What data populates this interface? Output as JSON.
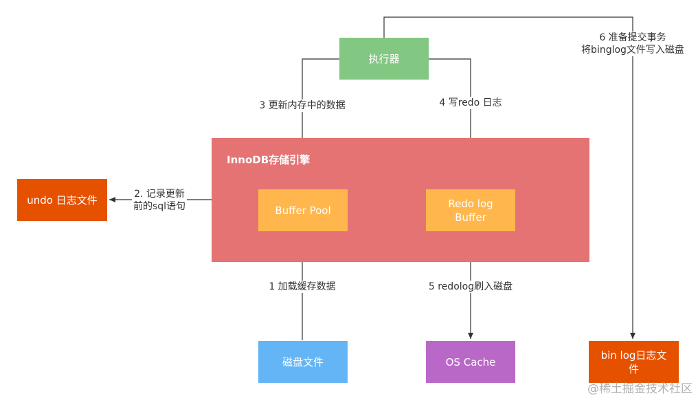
{
  "nodes": {
    "executor": "执行器",
    "engine_title": "InnoDB存储引擎",
    "buffer_pool": "Buffer Pool",
    "redo_buffer_line1": "Redo log",
    "redo_buffer_line2": "Buffer",
    "undo_file": "undo 日志文件",
    "disk_file": "磁盘文件",
    "os_cache": "OS Cache",
    "bin_log_line1": "bin log日志文",
    "bin_log_line2": "件"
  },
  "edges": {
    "step1": "1 加载缓存数据",
    "step2_line1": "2. 记录更新",
    "step2_line2": "前的sql语句",
    "step3": "3 更新内存中的数据",
    "step4": "4 写redo 日志",
    "step5": "5 redolog刷入磁盘",
    "step6_line1": "6 准备提交事务",
    "step6_line2": "将binglog文件写入磁盘"
  },
  "watermark": "@稀土掘金技术社区",
  "colors": {
    "executor": "#82c882",
    "engine": "#e57373",
    "buffer": "#ffb74d",
    "undo": "#e65100",
    "disk": "#64b5f6",
    "os_cache": "#ba68c8",
    "bin_log": "#e65100",
    "line": "#333333"
  }
}
